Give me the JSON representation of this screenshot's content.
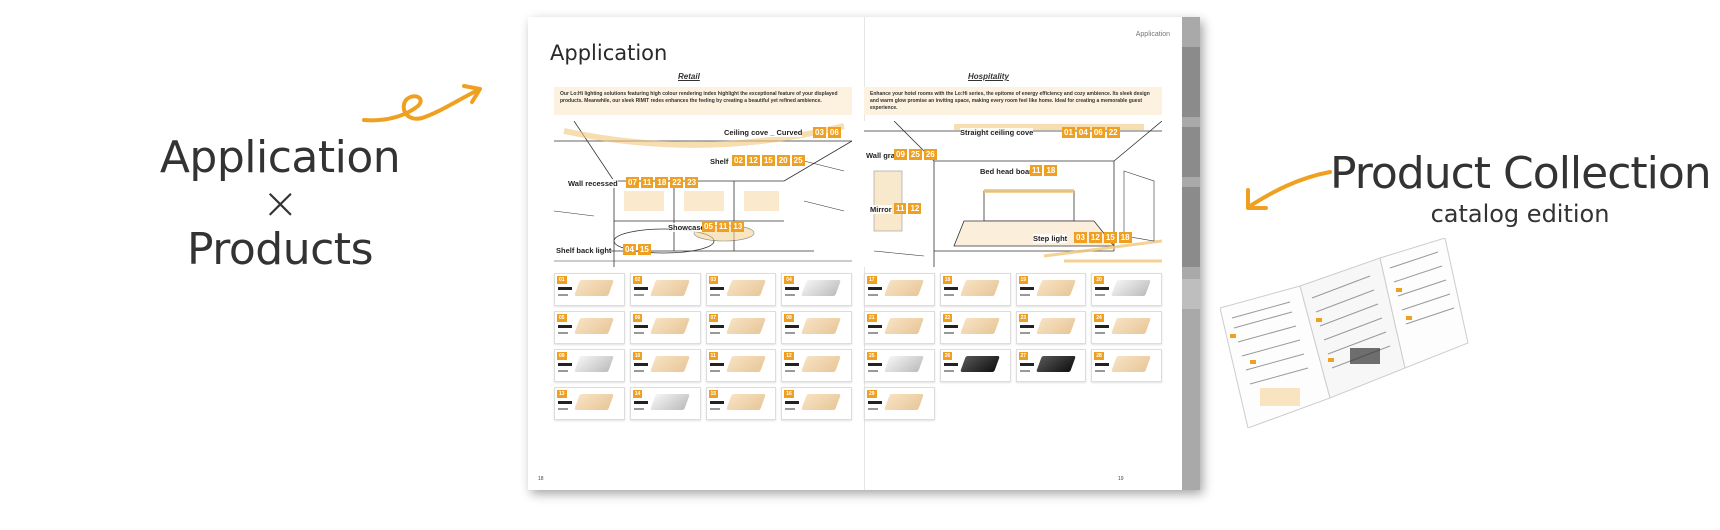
{
  "left_heading": {
    "line1": "Application",
    "symbol": "×",
    "line2": "Products"
  },
  "right_heading": {
    "title": "Product Collection",
    "subtitle": "catalog edition"
  },
  "colors": {
    "accent": "#f0a020",
    "note_bg": "#fdf1e0",
    "sidebar": "#a9a9a9"
  },
  "spread": {
    "page_title": "Application",
    "header_right": "Application",
    "page_numbers": {
      "left": "18",
      "right": "19"
    },
    "retail": {
      "title": "Retail",
      "note": "Our Lo:Hi lighting solutions featuring high colour rendering index highlight the exceptional feature of your displayed products. Meanwhile, our sleek RIMIT redes enhances the feeling by creating a beautiful yet refined ambience.",
      "labels": [
        {
          "text": "Ceiling cove _ Curved",
          "nums": [
            "03",
            "06"
          ]
        },
        {
          "text": "Shelf",
          "nums": [
            "02",
            "12",
            "15",
            "20",
            "25"
          ]
        },
        {
          "text": "Wall recessed",
          "nums": [
            "07",
            "11",
            "18",
            "22",
            "23"
          ]
        },
        {
          "text": "Showcase",
          "nums": [
            "05",
            "11",
            "13"
          ]
        },
        {
          "text": "Shelf back light",
          "nums": [
            "04",
            "15"
          ]
        }
      ],
      "cards": [
        "01",
        "02",
        "03",
        "04",
        "05",
        "06",
        "07",
        "08",
        "09",
        "10",
        "11",
        "12",
        "13",
        "14",
        "15",
        "16"
      ]
    },
    "hospitality": {
      "title": "Hospitality",
      "note": "Enhance your hotel rooms with the Lo:Hi series, the epitome of energy efficiency and cozy ambience. Its sleek design and warm glow promise an inviting space, making every room feel like home. Ideal for creating a memorable guest experience.",
      "labels": [
        {
          "text": "Straight ceiling cove",
          "nums": [
            "01",
            "04",
            "06",
            "22"
          ]
        },
        {
          "text": "Wall graze",
          "nums": [
            "09",
            "25",
            "26"
          ]
        },
        {
          "text": "Bed head board",
          "nums": [
            "11",
            "18"
          ]
        },
        {
          "text": "Mirror",
          "nums": [
            "11",
            "12"
          ]
        },
        {
          "text": "Step light",
          "nums": [
            "03",
            "12",
            "15",
            "18"
          ]
        }
      ],
      "cards": [
        "17",
        "18",
        "19",
        "20",
        "21",
        "22",
        "23",
        "24",
        "25",
        "26",
        "27",
        "28",
        "29"
      ]
    }
  }
}
